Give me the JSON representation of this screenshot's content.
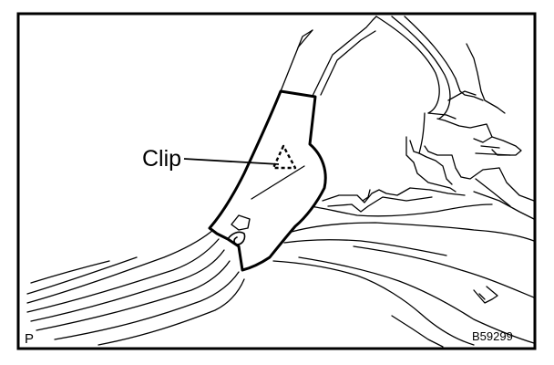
{
  "figure": {
    "callout_label": "Clip",
    "corner_mark": "P",
    "figure_code": "B59299"
  },
  "colors": {
    "line": "#000000",
    "background": "#ffffff"
  },
  "icons": {
    "clip_marker": "dashed-triangle-icon"
  }
}
